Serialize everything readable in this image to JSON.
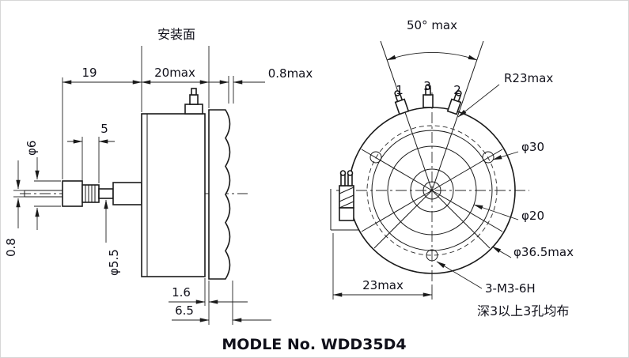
{
  "title": "MODLE No. WDD35D4",
  "colors": {
    "line": "#1a1a1a",
    "text": "#10101a",
    "background": "#ffffff"
  },
  "left_view": {
    "mounting_face": "安装面",
    "dims": {
      "shaft_length": "19",
      "body_length": "20max",
      "rear_gap": "0.8max",
      "flat_length": "5",
      "shaft_dia": "φ6",
      "slot_width": "0.8",
      "thread_dia": "φ5.5",
      "step_depth": "1.6",
      "rear_length": "6.5"
    }
  },
  "right_view": {
    "terminal_angle": "50° max",
    "terminals": [
      "1",
      "3",
      "2"
    ],
    "dims": {
      "terminal_radius": "R23max",
      "bolt_circle_dia": "φ30",
      "hub_dia": "φ20",
      "body_dia": "φ36.5max",
      "lug_offset": "23max",
      "thread_spec": "3-M3-6H",
      "hole_note": "深3以上3孔均布"
    }
  }
}
